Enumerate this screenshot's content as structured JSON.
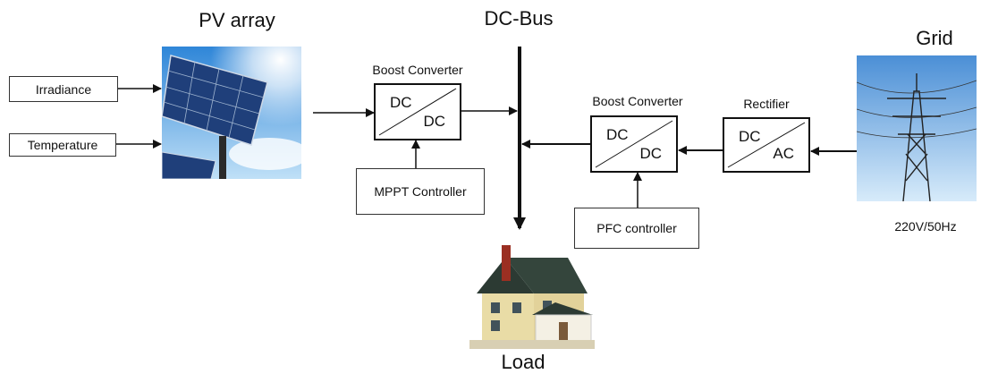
{
  "labels": {
    "pv_array": "PV array",
    "dc_bus": "DC-Bus",
    "grid": "Grid",
    "load": "Load",
    "grid_rating": "220V/50Hz"
  },
  "inputs": {
    "irradiance": "Irradiance",
    "temperature": "Temperature"
  },
  "pv_converter": {
    "caption": "Boost Converter",
    "in": "DC",
    "out": "DC",
    "controller": "MPPT Controller"
  },
  "grid_converter": {
    "caption": "Boost Converter",
    "in": "DC",
    "out": "DC",
    "controller": "PFC controller"
  },
  "rectifier": {
    "caption": "Rectifier",
    "in": "DC",
    "out": "AC"
  },
  "colors": {
    "line": "#111111",
    "sky": "#5aa6e0",
    "panel": "#1f3f7a"
  }
}
